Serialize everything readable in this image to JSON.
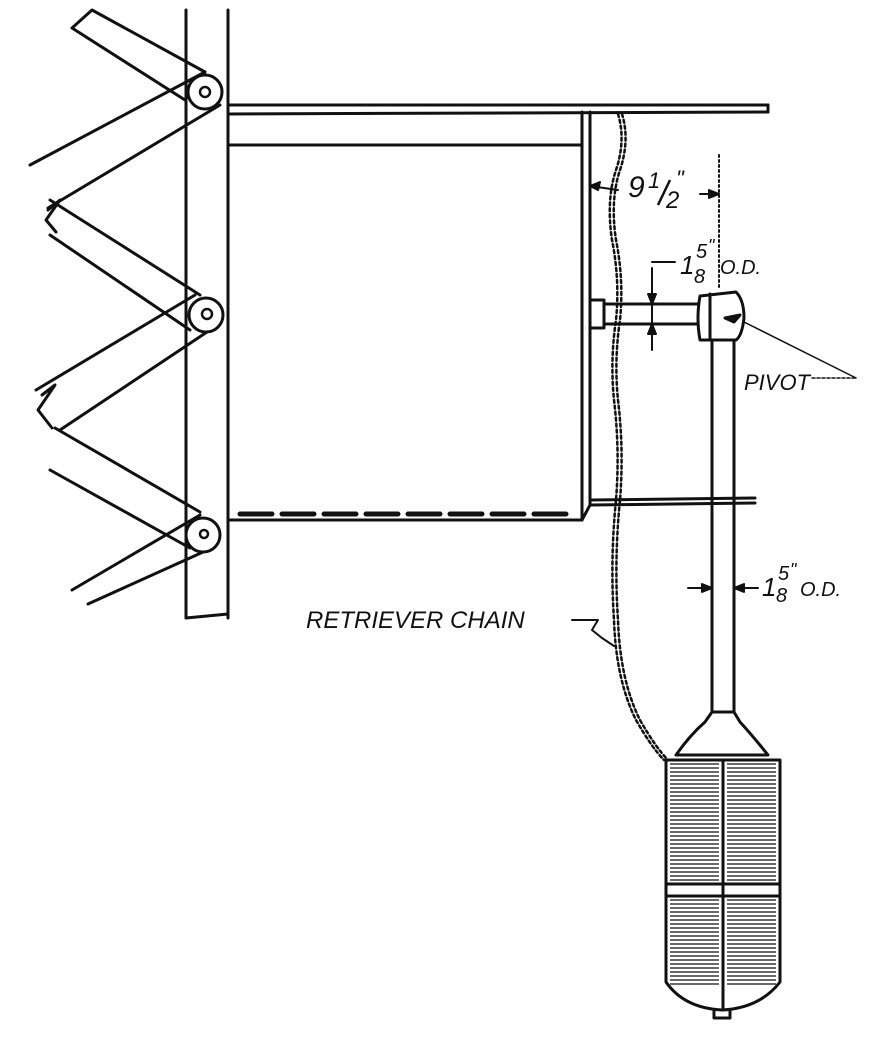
{
  "labels": {
    "gap_whole": "9",
    "gap_num": "1",
    "gap_den": "2",
    "gap_unit": "\"",
    "arm_whole": "1",
    "arm_num": "5",
    "arm_den": "8",
    "arm_unit": "\"",
    "arm_od": "O.D.",
    "rod_whole": "1",
    "rod_num": "5",
    "rod_den": "8",
    "rod_unit": "\"",
    "rod_od": "O.D.",
    "pivot": "PIVOT",
    "chain": "RETRIEVER CHAIN"
  },
  "colors": {
    "ink": "#111111",
    "paper": "#ffffff"
  }
}
